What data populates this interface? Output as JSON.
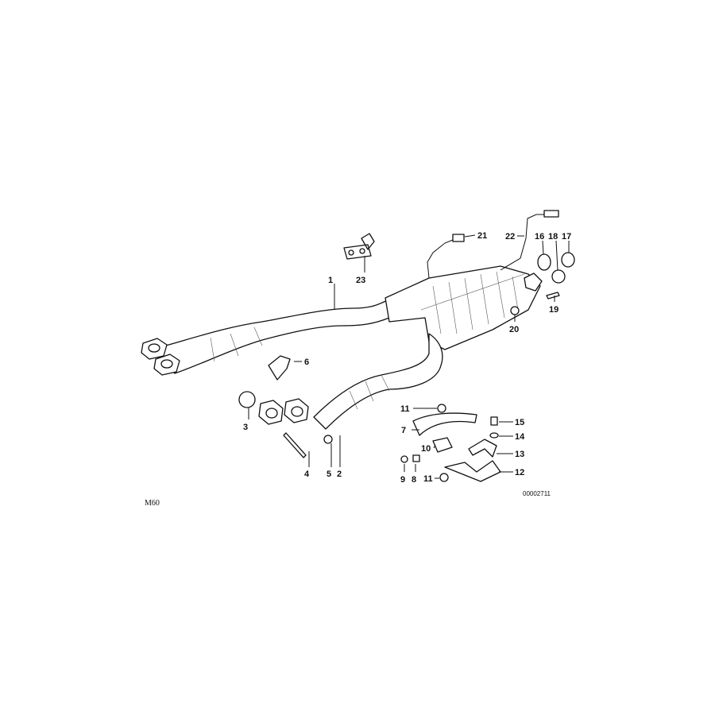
{
  "diagram": {
    "model": "M60",
    "reference_number": "00002711",
    "callouts": [
      "1",
      "2",
      "3",
      "4",
      "5",
      "6",
      "7",
      "8",
      "9",
      "10",
      "11",
      "11",
      "12",
      "13",
      "14",
      "15",
      "16",
      "17",
      "18",
      "19",
      "20",
      "21",
      "22",
      "23"
    ]
  }
}
